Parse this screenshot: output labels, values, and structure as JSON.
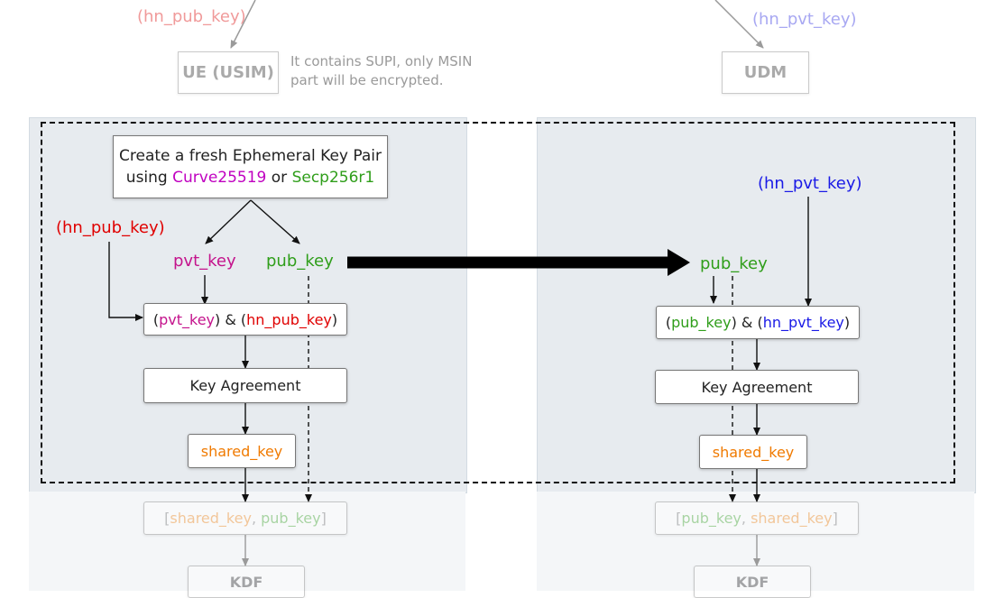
{
  "top": {
    "left_key": "(hn_pub_key)",
    "right_key": "(hn_pvt_key)",
    "ue_label": "UE (USIM)",
    "udm_label": "UDM",
    "note_line1": "It contains SUPI, only MSIN",
    "note_line2": "part will be encrypted."
  },
  "ue": {
    "create_line1": "Create a fresh Ephemeral Key Pair",
    "create_using": "using",
    "curve": "Curve25519",
    "or": "or",
    "secp": "Secp256r1",
    "hn_pub_key": "(hn_pub_key)",
    "pvt_key": "pvt_key",
    "pub_key": "pub_key",
    "combo": {
      "open1": "(",
      "pvt": "pvt_key",
      "mid": ") & (",
      "hnpub": "hn_pub_key",
      "close": ")"
    },
    "key_agreement": "Key Agreement",
    "shared_key": "shared_key",
    "concat": {
      "open": "[",
      "shared": "shared_key",
      "sep": ", ",
      "pub": "pub_key",
      "close": "]"
    },
    "kdf": "KDF"
  },
  "hn": {
    "hn_pvt_key": "(hn_pvt_key)",
    "pub_key": "pub_key",
    "combo": {
      "open1": "(",
      "pub": "pub_key",
      "mid": ") & (",
      "hnpvt": "hn_pvt_key",
      "close": ")"
    },
    "key_agreement": "Key Agreement",
    "shared_key": "shared_key",
    "concat": {
      "open": "[",
      "pub": "pub_key",
      "sep": ", ",
      "shared": "shared_key",
      "close": "]"
    },
    "kdf": "KDF"
  },
  "colors": {
    "hn_pub_key": "#e00000",
    "pvt_key": "#c4138c",
    "curve": "#c000c0",
    "pub_key": "#2f9e1a",
    "hn_pvt_key": "#1a1ae6",
    "shared_key": "#f07a00",
    "panel_bg": "#e7ebef"
  }
}
